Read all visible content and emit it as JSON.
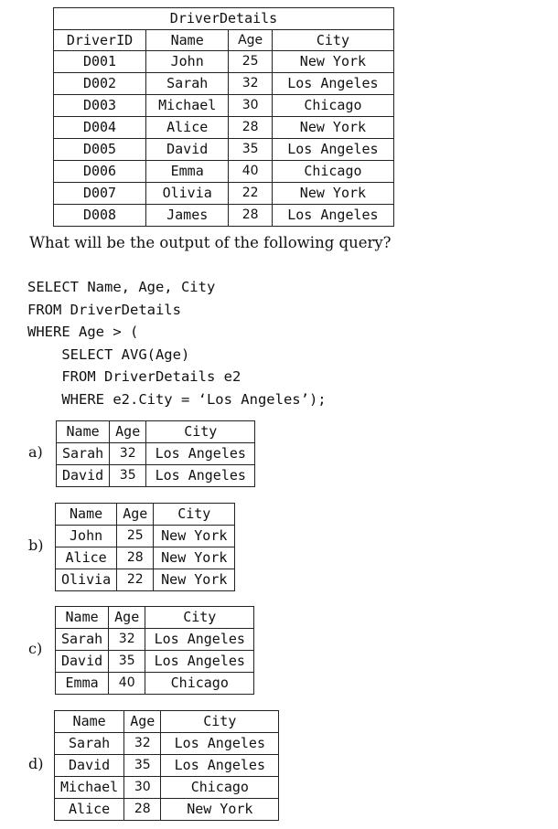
{
  "main_table": {
    "caption": "DriverDetails",
    "headers": [
      "DriverID",
      "Name",
      "Age",
      "City"
    ],
    "rows": [
      [
        "D001",
        "John",
        "25",
        "New York"
      ],
      [
        "D002",
        "Sarah",
        "32",
        "Los Angeles"
      ],
      [
        "D003",
        "Michael",
        "30",
        "Chicago"
      ],
      [
        "D004",
        "Alice",
        "28",
        "New York"
      ],
      [
        "D005",
        "David",
        "35",
        "Los Angeles"
      ],
      [
        "D006",
        "Emma",
        "40",
        "Chicago"
      ],
      [
        "D007",
        "Olivia",
        "22",
        "New York"
      ],
      [
        "D008",
        "James",
        "28",
        "Los Angeles"
      ]
    ]
  },
  "question": "What will be the output of the following query?",
  "sql_lines": [
    "SELECT Name, Age, City",
    "FROM DriverDetails",
    "WHERE Age > (",
    "    SELECT AVG(Age)",
    "    FROM DriverDetails e2",
    "    WHERE e2.City = ‘Los Angeles’);"
  ],
  "options": [
    {
      "letter": "a)",
      "headers": [
        "Name",
        "Age",
        "City"
      ],
      "rows": [
        [
          "Sarah",
          "32",
          "Los Angeles"
        ],
        [
          "David",
          "35",
          "Los Angeles"
        ]
      ]
    },
    {
      "letter": "b)",
      "headers": [
        "Name",
        "Age",
        "City"
      ],
      "rows": [
        [
          "John",
          "25",
          "New York"
        ],
        [
          "Alice",
          "28",
          "New York"
        ],
        [
          "Olivia",
          "22",
          "New York"
        ]
      ]
    },
    {
      "letter": "c)",
      "headers": [
        "Name",
        "Age",
        "City"
      ],
      "rows": [
        [
          "Sarah",
          "32",
          "Los Angeles"
        ],
        [
          "David",
          "35",
          "Los Angeles"
        ],
        [
          "Emma",
          "40",
          "Chicago"
        ]
      ]
    },
    {
      "letter": "d)",
      "headers": [
        "Name",
        "Age",
        "City"
      ],
      "rows": [
        [
          "Sarah",
          "32",
          "Los Angeles"
        ],
        [
          "David",
          "35",
          "Los Angeles"
        ],
        [
          "Michael",
          "30",
          "Chicago"
        ],
        [
          "Alice",
          "28",
          "New York"
        ]
      ]
    }
  ]
}
